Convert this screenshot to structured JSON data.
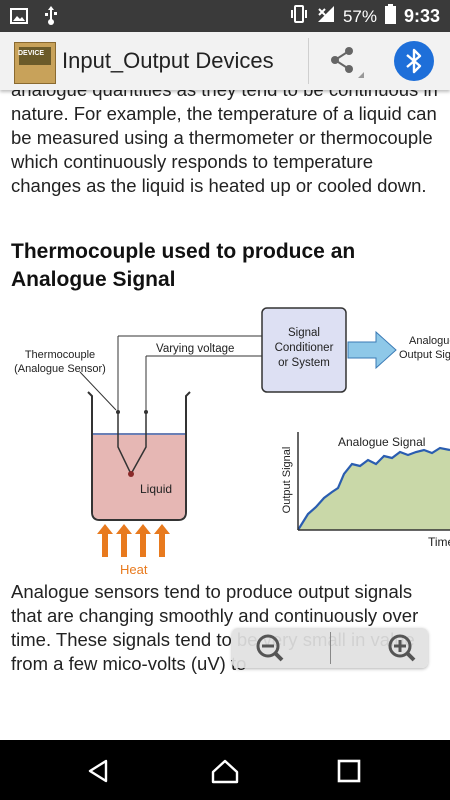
{
  "status_bar": {
    "battery": "57%",
    "time": "9:33",
    "icons": [
      "image-icon",
      "usb-icon",
      "vibrate-icon",
      "signal-icon",
      "battery-icon"
    ]
  },
  "app_bar": {
    "title": "Input_Output Devices",
    "logo_text": "DEVICE",
    "actions": [
      "share-icon",
      "bluetooth-icon"
    ],
    "bluetooth_color": "#1e6fd9"
  },
  "article": {
    "top_text": "analogue quantities as they tend to be continuous in nature. For example, the temperature of a liquid can be measured using a thermometer or thermocouple which continuously responds to temperature changes as the liquid is heated up or cooled down.",
    "heading": "Thermocouple used to produce an Analogue Signal",
    "figure": {
      "sensor_label_1": "Thermocouple",
      "sensor_label_2": "(Analogue Sensor)",
      "wire_label": "Varying voltage",
      "box_line_1": "Signal",
      "box_line_2": "Conditioner",
      "box_line_3": "or System",
      "output_line_1": "Analogue",
      "output_line_2": "Output Signal",
      "liquid_label": "Liquid",
      "heat_label": "Heat",
      "graph_title": "Analogue Signal",
      "graph_ylabel": "Output Signal",
      "graph_xlabel": "Time",
      "colors": {
        "box": "#dde0f3",
        "arrow": "#8ec8e8",
        "liquid": "#e6b7b4",
        "heat": "#e87a1e",
        "graph_fill": "#c9d8a8",
        "graph_line": "#2a5db0"
      }
    },
    "bottom_text": "Analogue sensors tend to produce output signals that are changing smoothly and continuously over time. These signals tend to be very small in value from a few mico-volts (uV) to"
  },
  "zoom_controls": {
    "out": "zoom-out-icon",
    "in": "zoom-in-icon"
  },
  "nav_bar": [
    "back-icon",
    "home-icon",
    "recents-icon"
  ]
}
